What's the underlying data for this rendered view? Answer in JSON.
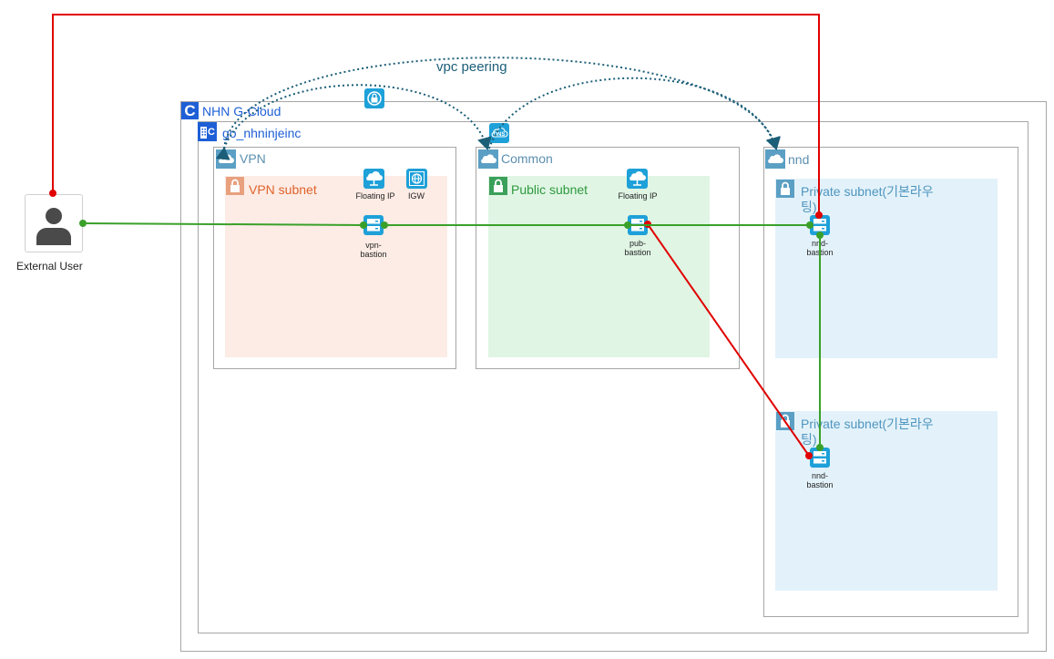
{
  "diagram": {
    "peering_label": "vpc peering",
    "cloud": {
      "title": "NHN G-Cloud",
      "logo_letter": "C"
    },
    "org": {
      "title": "go_nhninjeinc",
      "logo_letter": "C"
    },
    "external_user": {
      "label": "External User"
    },
    "vpcs": {
      "vpn": {
        "title": "VPN",
        "subnet": "VPN subnet",
        "floating_ip": "Floating IP",
        "igw": "IGW",
        "server": {
          "line1": "vpn-",
          "line2": "bastion"
        }
      },
      "common": {
        "title": "Common",
        "subnet": "Public subnet",
        "floating_ip": "Floating IP",
        "server": {
          "line1": "pub-",
          "line2": "bastion"
        }
      },
      "nnd": {
        "title": "nnd",
        "subnet1": {
          "line1": "Private subnet(기본라우",
          "line2": "팅)"
        },
        "server1": {
          "line1": "nnd-",
          "line2": "bastion"
        },
        "subnet2": {
          "line1": "Private subnet(기본라우",
          "line2": "팅)"
        },
        "server2": {
          "line1": "nnd-",
          "line2": "bastion"
        }
      }
    },
    "colors": {
      "red_link": "#e00000",
      "green_link": "#3aa02a",
      "peering": "#1b5e78",
      "vpn_subnet_bg": "#fcece5",
      "public_subnet_bg": "#e0f5e4",
      "private_subnet_bg": "#e3f2fa",
      "icon_blue": "#1ea0d8"
    }
  }
}
